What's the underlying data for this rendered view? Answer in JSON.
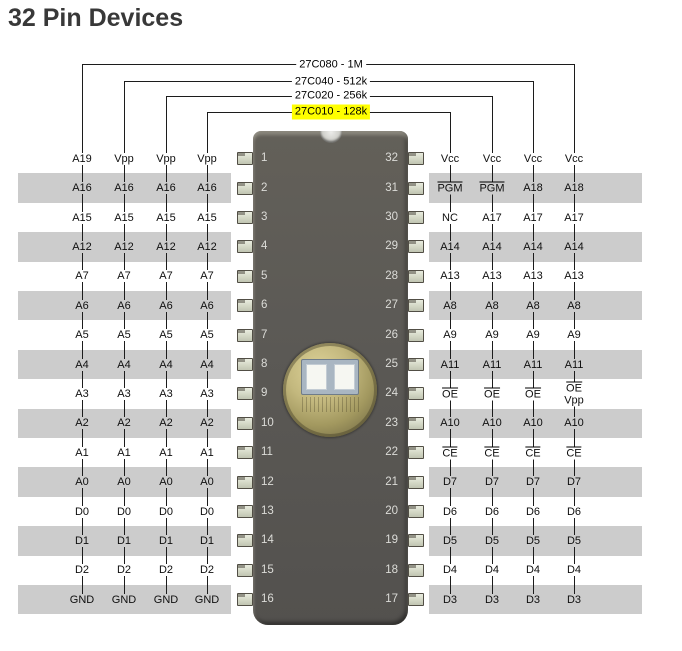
{
  "title": "32 Pin Devices",
  "legend": {
    "devices": [
      {
        "label": "27C080 - 1M",
        "highlight": false
      },
      {
        "label": "27C040 - 512k",
        "highlight": false
      },
      {
        "label": "27C020 - 256k",
        "highlight": false
      },
      {
        "label": "27C010 - 128k",
        "highlight": true
      }
    ]
  },
  "chip": {
    "pin_numbers_left": [
      "1",
      "2",
      "3",
      "4",
      "5",
      "6",
      "7",
      "8",
      "9",
      "10",
      "11",
      "12",
      "13",
      "14",
      "15",
      "16"
    ],
    "pin_numbers_right": [
      "32",
      "31",
      "30",
      "29",
      "28",
      "27",
      "26",
      "25",
      "24",
      "23",
      "22",
      "21",
      "20",
      "19",
      "18",
      "17"
    ]
  },
  "pin_table": {
    "left_rows": [
      [
        "A19",
        "Vpp",
        "Vpp",
        "Vpp"
      ],
      [
        "A16",
        "A16",
        "A16",
        "A16"
      ],
      [
        "A15",
        "A15",
        "A15",
        "A15"
      ],
      [
        "A12",
        "A12",
        "A12",
        "A12"
      ],
      [
        "A7",
        "A7",
        "A7",
        "A7"
      ],
      [
        "A6",
        "A6",
        "A6",
        "A6"
      ],
      [
        "A5",
        "A5",
        "A5",
        "A5"
      ],
      [
        "A4",
        "A4",
        "A4",
        "A4"
      ],
      [
        "A3",
        "A3",
        "A3",
        "A3"
      ],
      [
        "A2",
        "A2",
        "A2",
        "A2"
      ],
      [
        "A1",
        "A1",
        "A1",
        "A1"
      ],
      [
        "A0",
        "A0",
        "A0",
        "A0"
      ],
      [
        "D0",
        "D0",
        "D0",
        "D0"
      ],
      [
        "D1",
        "D1",
        "D1",
        "D1"
      ],
      [
        "D2",
        "D2",
        "D2",
        "D2"
      ],
      [
        "GND",
        "GND",
        "GND",
        "GND"
      ]
    ],
    "right_rows": [
      [
        "Vcc",
        "Vcc",
        "Vcc",
        "Vcc"
      ],
      [
        {
          "text": "PGM",
          "overline": true
        },
        {
          "text": "PGM",
          "overline": true
        },
        "A18",
        "A18"
      ],
      [
        "NC",
        "A17",
        "A17",
        "A17"
      ],
      [
        "A14",
        "A14",
        "A14",
        "A14"
      ],
      [
        "A13",
        "A13",
        "A13",
        "A13"
      ],
      [
        "A8",
        "A8",
        "A8",
        "A8"
      ],
      [
        "A9",
        "A9",
        "A9",
        "A9"
      ],
      [
        "A11",
        "A11",
        "A11",
        "A11"
      ],
      [
        {
          "text": "OE",
          "overline": true
        },
        {
          "text": "OE",
          "overline": true
        },
        {
          "text": "OE",
          "overline": true
        },
        {
          "text": "OE",
          "overline": true,
          "second_line": "Vpp"
        }
      ],
      [
        "A10",
        "A10",
        "A10",
        "A10"
      ],
      [
        {
          "text": "CE",
          "overline": true
        },
        {
          "text": "CE",
          "overline": true
        },
        {
          "text": "CE",
          "overline": true
        },
        {
          "text": "CE",
          "overline": true
        }
      ],
      [
        "D7",
        "D7",
        "D7",
        "D7"
      ],
      [
        "D6",
        "D6",
        "D6",
        "D6"
      ],
      [
        "D5",
        "D5",
        "D5",
        "D5"
      ],
      [
        "D4",
        "D4",
        "D4",
        "D4"
      ],
      [
        "D3",
        "D3",
        "D3",
        "D3"
      ]
    ]
  },
  "colors": {
    "stripe_gray": "#cccccc",
    "highlight_yellow": "#ffff00",
    "line_black": "#1c1c1c",
    "chip_body": "#5b5955",
    "pin_metal": "#d3d7c5",
    "window_gold": "#a2985f"
  }
}
